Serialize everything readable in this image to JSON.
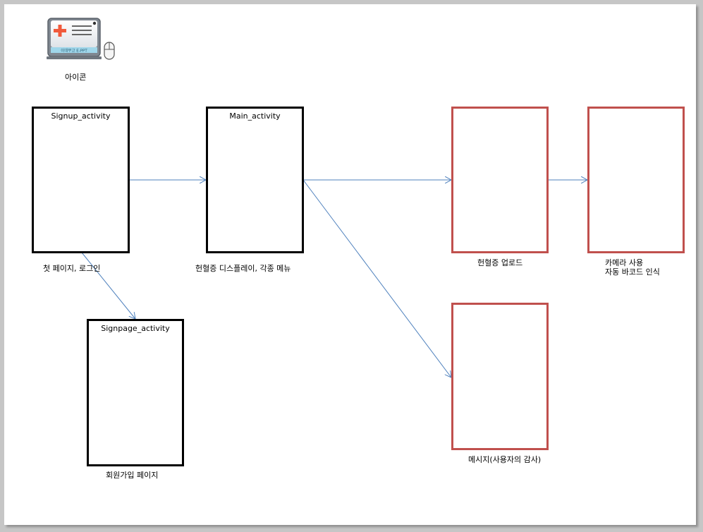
{
  "icon": {
    "caption": "아이콘",
    "screen_text": "이대부고 E-PPT"
  },
  "boxes": {
    "signup": {
      "title": "Signup_activity",
      "caption": "첫 페이지, 로그인"
    },
    "main": {
      "title": "Main_activity",
      "caption": "헌혈증 디스플레이, 각종 메뉴"
    },
    "signpage": {
      "title": "Signpage_activity",
      "caption": "회원가입 페이지"
    },
    "upload": {
      "title": "",
      "caption": "헌혈증 업로드"
    },
    "camera": {
      "title": "",
      "caption": "카메라 사용\n자동 바코드 인식"
    },
    "message": {
      "title": "",
      "caption": "메시지(사용자의 감사)"
    }
  },
  "colors": {
    "arrow": "#4f81bd",
    "red_border": "#c0504d",
    "black_border": "#000000"
  }
}
